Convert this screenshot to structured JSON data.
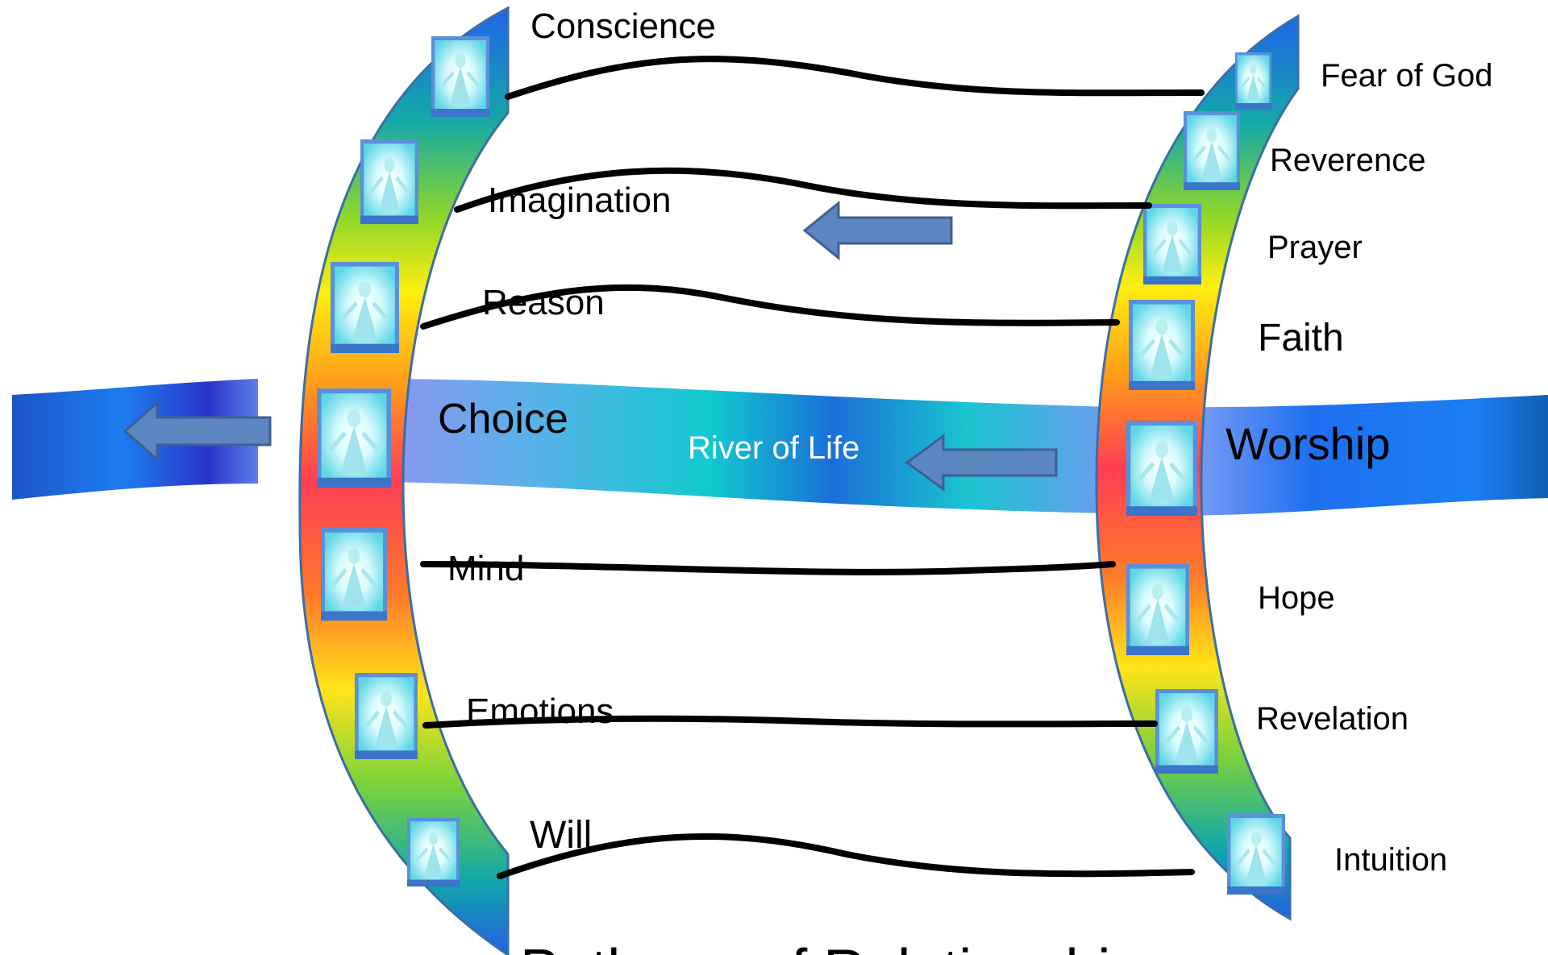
{
  "left_labels": {
    "conscience": "Conscience",
    "imagination": "Imagination",
    "reason": "Reason",
    "choice": "Choice",
    "mind": "Mind",
    "emotions": "Emotions",
    "will": "Will"
  },
  "right_labels": {
    "fear_of_god": "Fear of God",
    "reverence": "Reverence",
    "prayer": "Prayer",
    "faith": "Faith",
    "worship": "Worship",
    "hope": "Hope",
    "revelation": "Revelation",
    "intuition": "Intuition"
  },
  "river_label": "River of Life",
  "footer_title": "Pathway of Relationship",
  "colors": {
    "river_blue": "#1e6fff",
    "river_cyan": "#14c8d2",
    "arrow_fill": "#5b86c0",
    "arrow_stroke": "#3e5f93",
    "band_outline": "#3a6ea5"
  },
  "icons": {
    "door_icon": "door-with-figure-icon",
    "arrow_icon": "left-arrow-icon"
  }
}
